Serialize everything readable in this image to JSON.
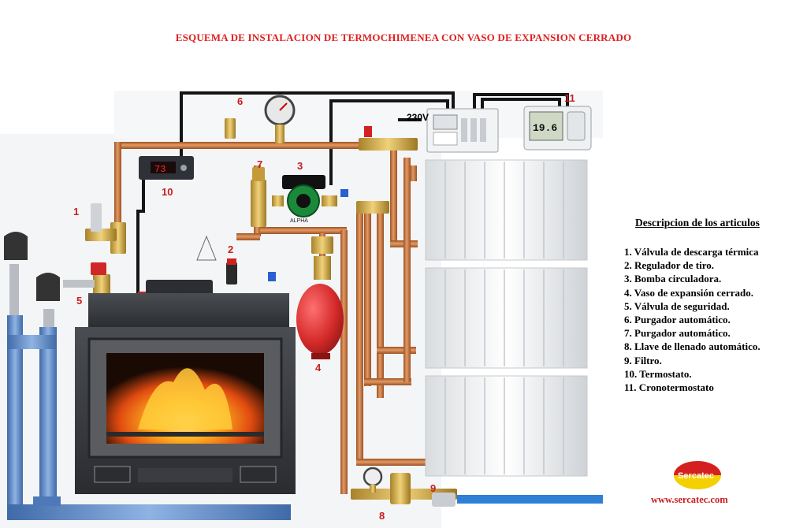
{
  "title": "ESQUEMA DE INSTALACION DE TERMOCHIMENEA CON VASO DE EXPANSION CERRADO",
  "legend": {
    "heading": "Descripcion de los articulos",
    "items": [
      "1. Válvula de descarga térmica",
      "2. Regulador de tiro.",
      "3. Bomba circuladora.",
      "4. Vaso de expansión cerrado.",
      "5. Válvula de seguridad.",
      "6. Purgador automático.",
      "7. Purgador automático.",
      "8. Llave de llenado automático.",
      "9. Filtro.",
      "10. Termostato.",
      "11. Cronotermostato"
    ]
  },
  "callouts": [
    "1",
    "2",
    "3",
    "4",
    "5",
    "6",
    "7",
    "8",
    "9",
    "10",
    "11"
  ],
  "voltage_label": "230V",
  "thermostat_display": "73",
  "chrono_display": "19.6",
  "pump_label": "ALPHA",
  "logo_text": "Sercatec",
  "website": "www.sercatec.com",
  "colors": {
    "title": "#e02020",
    "callout": "#c81e1e",
    "copper": "#c8753a",
    "drain_pipe": "#5b87c5",
    "cold_water": "#2f7fd6",
    "cast_iron": "#3a3d42",
    "expansion_vessel": "#d42a2a"
  }
}
